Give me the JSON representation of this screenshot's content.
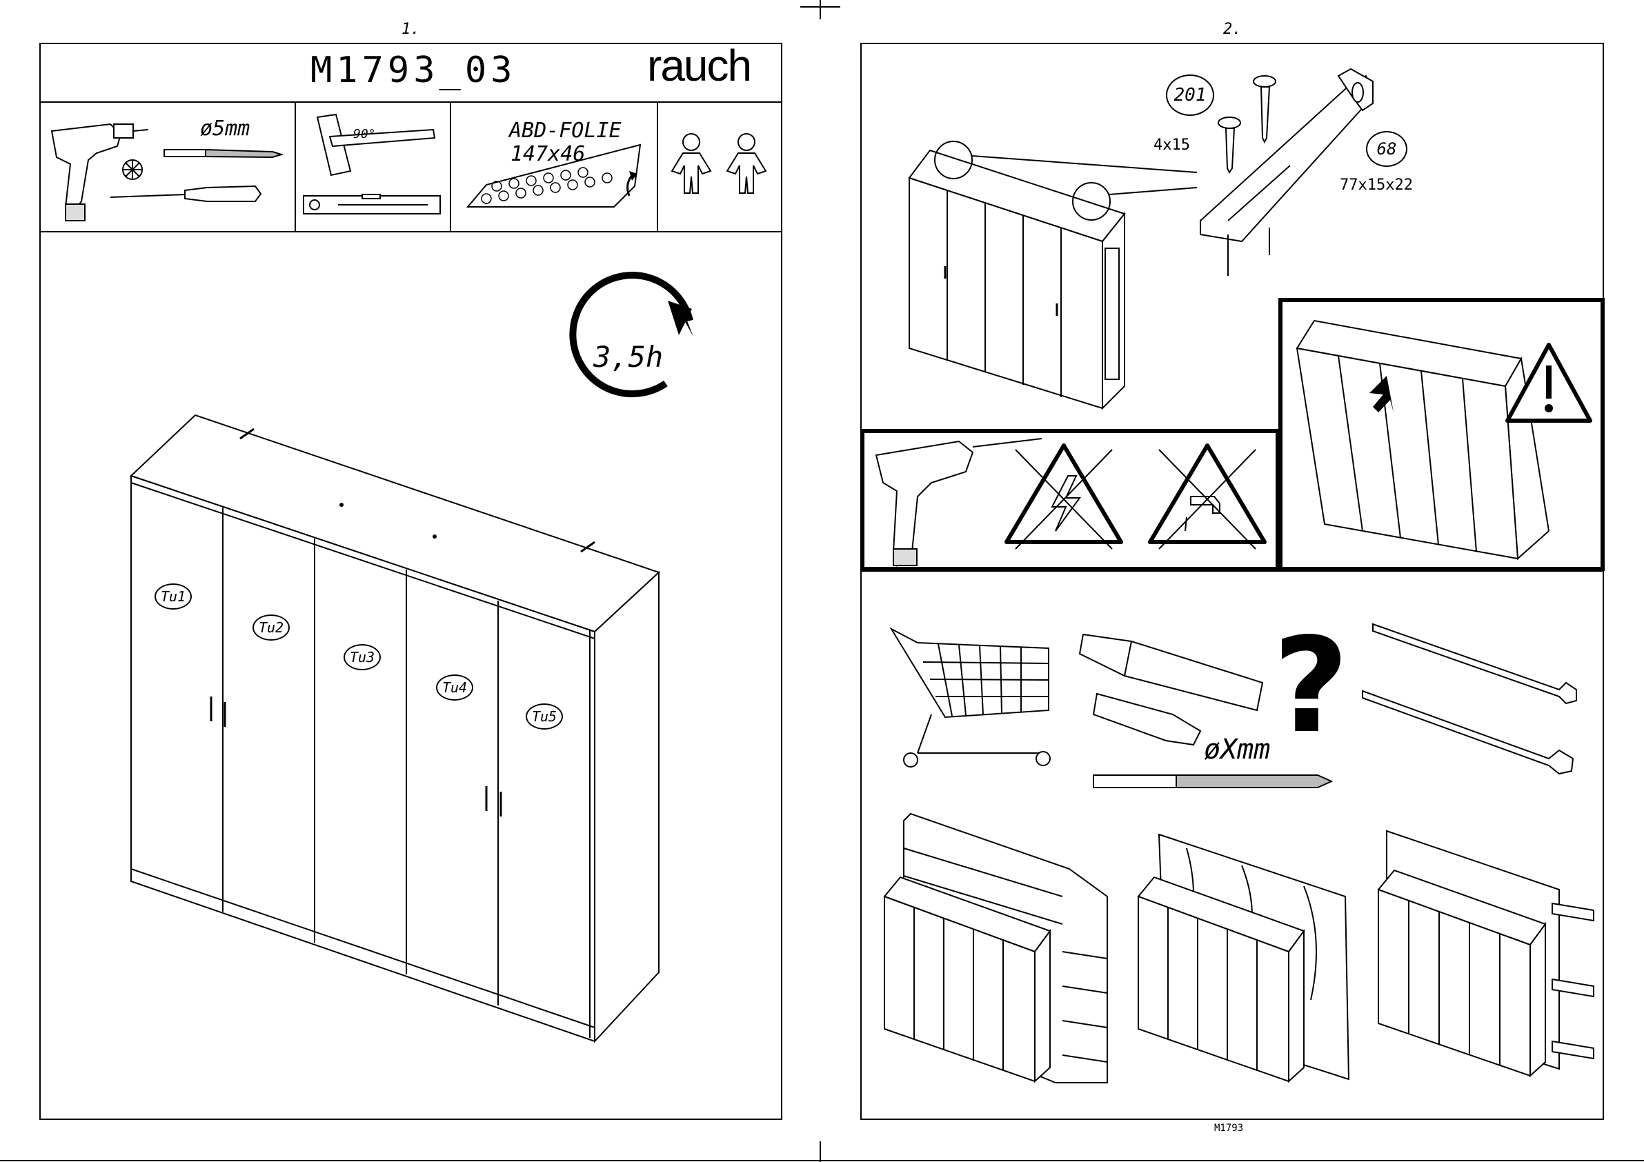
{
  "page1": {
    "number": "1.",
    "model": "M1793_03",
    "brand": "rauch",
    "drill_size": "ø5mm",
    "angle": "90°",
    "foil_label": "ABD-FOLIE",
    "foil_size": "147x46",
    "assembly_time": "3,5h",
    "doors": [
      "Tu1",
      "Tu2",
      "Tu3",
      "Tu4",
      "Tu5"
    ]
  },
  "page2": {
    "number": "2.",
    "part_screw": "201",
    "screw_size": "4x15",
    "part_bracket": "68",
    "bracket_size": "77x15x22",
    "hole_label": "øXmm",
    "footer": "M1793"
  },
  "icons": [
    "drill-icon",
    "screwdriver-icon",
    "drill-bit-icon",
    "square-icon",
    "spirit-level-icon",
    "two-persons-icon",
    "rotate-clock-icon",
    "warning-icon",
    "no-electric-icon",
    "no-water-icon",
    "shopping-cart-icon",
    "wall-plug-icon",
    "question-icon",
    "wood-screw-icon"
  ]
}
